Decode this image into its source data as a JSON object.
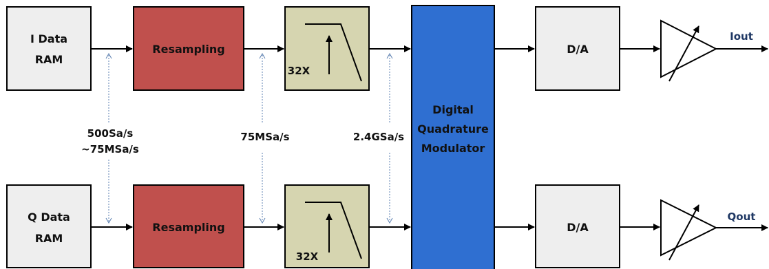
{
  "colors": {
    "data_ram_fill": "#eeeeee",
    "resampling_fill": "#c0504d",
    "filter_fill": "#d6d5b0",
    "modulator_fill": "#2f6fd1",
    "dac_fill": "#eeeeee",
    "output_label": "#1f3864",
    "line": "#000000",
    "rate_line": "#5b7fb0"
  },
  "i_path": {
    "ram_line1": "I Data",
    "ram_line2": "RAM",
    "resampling": "Resampling",
    "filter_factor": "32X",
    "dac": "D/A",
    "output": "Iout"
  },
  "q_path": {
    "ram_line1": "Q Data",
    "ram_line2": "RAM",
    "resampling": "Resampling",
    "filter_factor": "32X",
    "dac": "D/A",
    "output": "Qout"
  },
  "modulator": {
    "line1": "Digital",
    "line2": "Quadrature",
    "line3": "Modulator"
  },
  "rates": {
    "ram_line1": "500Sa/s",
    "ram_line2": "~75MSa/s",
    "resample": "75MSa/s",
    "filter": "2.4GSa/s"
  },
  "icons": [
    "lowpass-filter-icon",
    "variable-amplifier-icon"
  ]
}
